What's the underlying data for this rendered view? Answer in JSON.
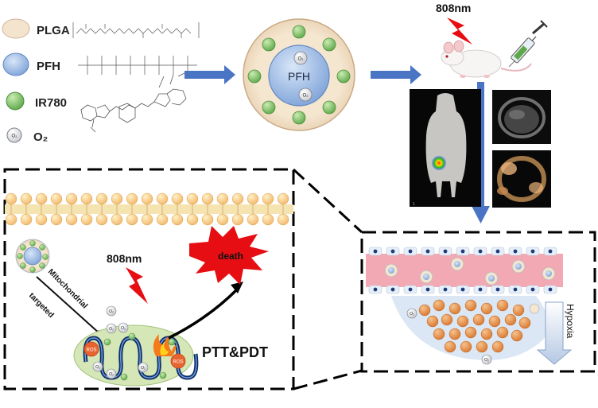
{
  "legend": {
    "plga": "PLGA",
    "pfh": "PFH",
    "ir780": "IR780",
    "o2": "O₂",
    "o2_small": "O₂"
  },
  "nanoparticle": {
    "core_label": "PFH",
    "o2_label": "O₂"
  },
  "laser": {
    "top_label": "808nm",
    "bottom_label": "808nm"
  },
  "imaging": {
    "small_label": "1"
  },
  "mechanism": {
    "path_label_1": "Mitochondrial",
    "path_label_2": "targeted",
    "outcome": "death",
    "therapy": "PTT&PDT",
    "ros": "ROS",
    "o2": "O₂"
  },
  "tumor": {
    "hypoxia": "Hypoxia",
    "o2": "O₂"
  },
  "colors": {
    "plga_shell": "#f3e3cc",
    "pfh_core": "#a9c4e8",
    "ir780": "#8cc56a",
    "arrow_blue": "#4a74c4",
    "death_red": "#e60e12",
    "vessel_pink": "#f2a9b4",
    "cell_orange": "#e99a50",
    "mito_green": "#d5e7b6"
  }
}
